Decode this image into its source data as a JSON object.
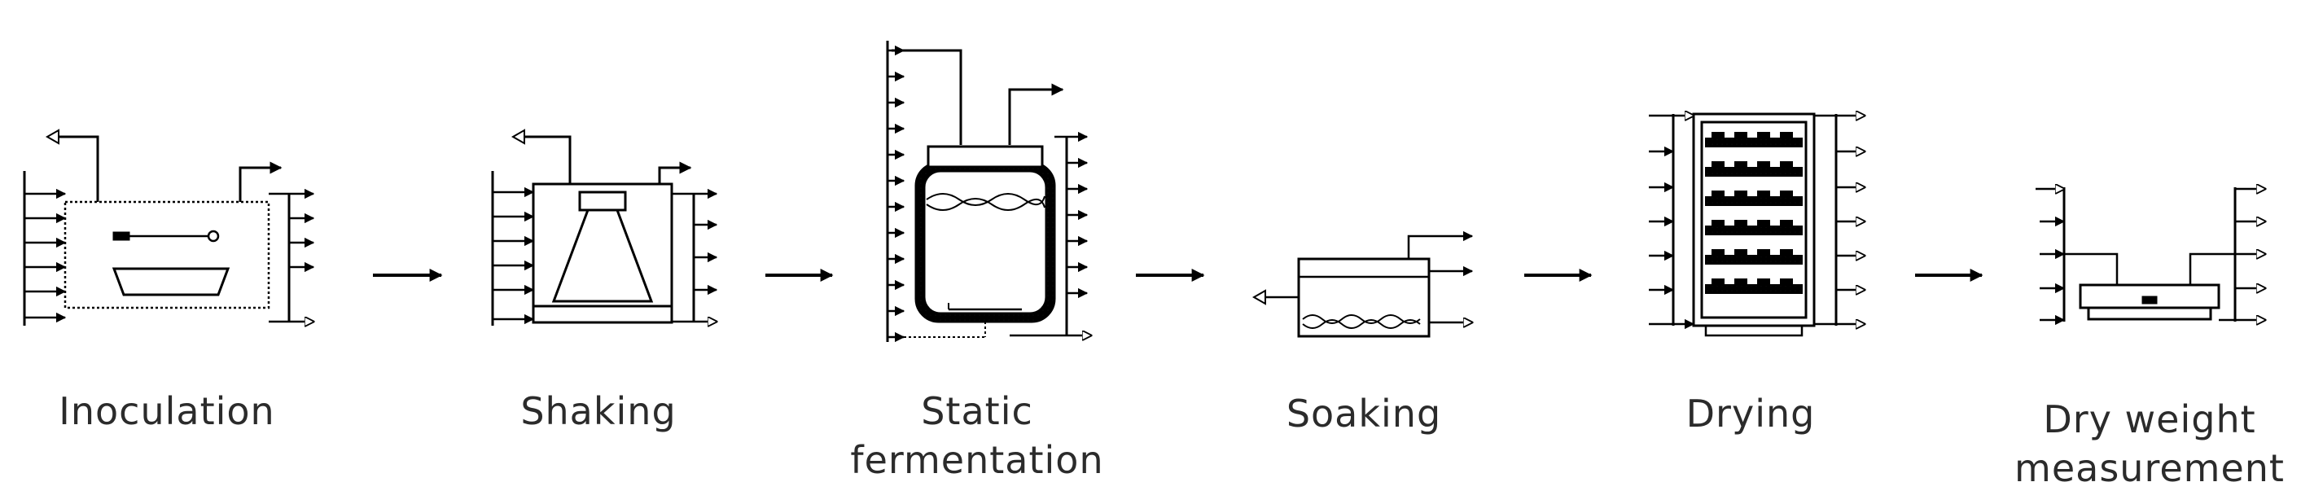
{
  "steps": [
    {
      "id": "inoculation",
      "label_lines": [
        "Inoculation"
      ]
    },
    {
      "id": "shaking",
      "label_lines": [
        "Shaking"
      ]
    },
    {
      "id": "static-fermentation",
      "label_lines": [
        "Static",
        "fermentation"
      ]
    },
    {
      "id": "soaking",
      "label_lines": [
        "Soaking"
      ]
    },
    {
      "id": "drying",
      "label_lines": [
        "Drying"
      ]
    },
    {
      "id": "dry-weight-measurement",
      "label_lines": [
        "Dry weight",
        "measurement"
      ]
    }
  ]
}
